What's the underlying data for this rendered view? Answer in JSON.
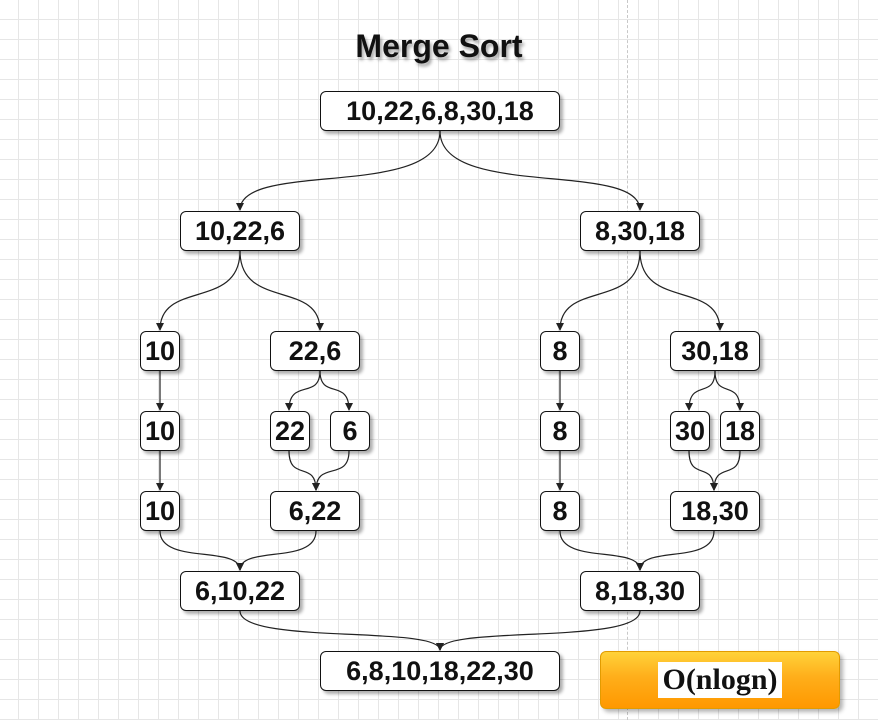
{
  "title": "Merge Sort",
  "complexity": "O(nlogn)",
  "colors": {
    "node_border": "#111111",
    "connector": "#222222",
    "complexity_fill_top": "#ffd23a",
    "complexity_fill_bottom": "#ff9800"
  },
  "tree": {
    "root": "10,22,6,8,30,18",
    "left": {
      "split": "10,22,6",
      "left_leaf": [
        "10",
        "10",
        "10"
      ],
      "right_split": "22,6",
      "right_parts": [
        "22",
        "6"
      ],
      "right_merged": "6,22",
      "merged": "6,10,22"
    },
    "right": {
      "split": "8,30,18",
      "left_leaf": [
        "8",
        "8",
        "8"
      ],
      "right_split": "30,18",
      "right_parts": [
        "30",
        "18"
      ],
      "right_merged": "18,30",
      "merged": "8,18,30"
    },
    "result": "6,8,10,18,22,30"
  }
}
